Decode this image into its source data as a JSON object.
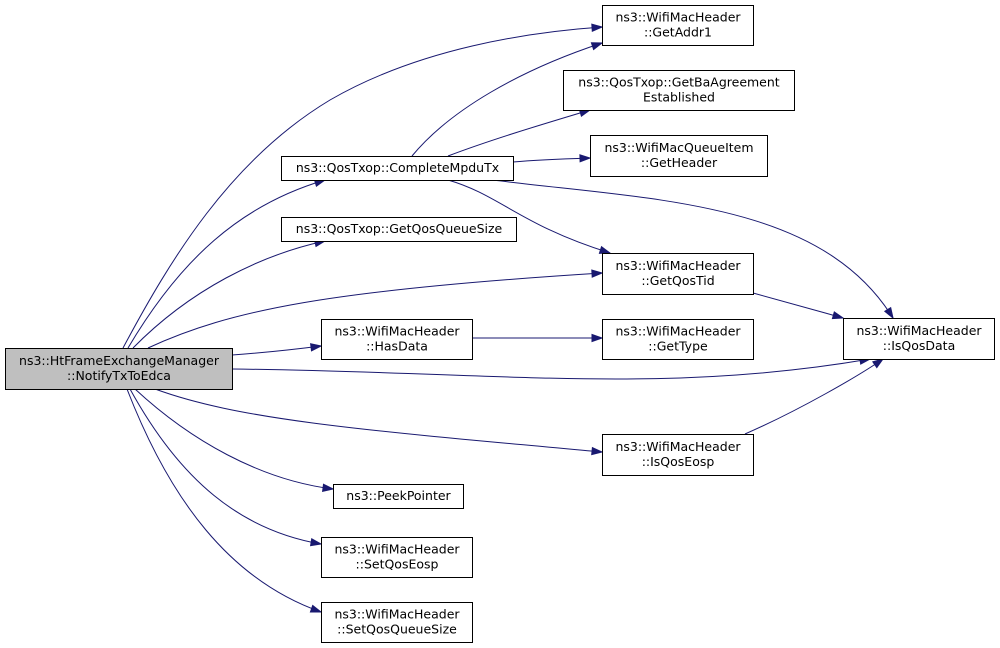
{
  "graph": {
    "edge_color": "#191970",
    "root_fill": "#bfbfbf",
    "nodes": [
      {
        "id": "root",
        "lines": [
          "ns3::HtFrameExchangeManager",
          "::NotifyTxToEdca"
        ],
        "root": true
      },
      {
        "id": "complete_mpdu_tx",
        "lines": [
          "ns3::QosTxop::CompleteMpduTx"
        ]
      },
      {
        "id": "get_qos_queue_size",
        "lines": [
          "ns3::QosTxop::GetQosQueueSize"
        ]
      },
      {
        "id": "has_data",
        "lines": [
          "ns3::WifiMacHeader",
          "::HasData"
        ]
      },
      {
        "id": "peek_pointer",
        "lines": [
          "ns3::PeekPointer"
        ]
      },
      {
        "id": "set_qos_eosp",
        "lines": [
          "ns3::WifiMacHeader",
          "::SetQosEosp"
        ]
      },
      {
        "id": "set_qos_queue_size",
        "lines": [
          "ns3::WifiMacHeader",
          "::SetQosQueueSize"
        ]
      },
      {
        "id": "get_addr1",
        "lines": [
          "ns3::WifiMacHeader",
          "::GetAddr1"
        ]
      },
      {
        "id": "get_ba_agreement",
        "lines": [
          "ns3::QosTxop::GetBaAgreement",
          "Established"
        ]
      },
      {
        "id": "get_header",
        "lines": [
          "ns3::WifiMacQueueItem",
          "::GetHeader"
        ]
      },
      {
        "id": "get_qos_tid",
        "lines": [
          "ns3::WifiMacHeader",
          "::GetQosTid"
        ]
      },
      {
        "id": "get_type",
        "lines": [
          "ns3::WifiMacHeader",
          "::GetType"
        ]
      },
      {
        "id": "is_qos_eosp",
        "lines": [
          "ns3::WifiMacHeader",
          "::IsQosEosp"
        ]
      },
      {
        "id": "is_qos_data",
        "lines": [
          "ns3::WifiMacHeader",
          "::IsQosData"
        ]
      }
    ],
    "edges": [
      [
        "root",
        "get_addr1"
      ],
      [
        "root",
        "complete_mpdu_tx"
      ],
      [
        "root",
        "get_qos_queue_size"
      ],
      [
        "root",
        "get_qos_tid"
      ],
      [
        "root",
        "has_data"
      ],
      [
        "root",
        "is_qos_data"
      ],
      [
        "root",
        "is_qos_eosp"
      ],
      [
        "root",
        "peek_pointer"
      ],
      [
        "root",
        "set_qos_eosp"
      ],
      [
        "root",
        "set_qos_queue_size"
      ],
      [
        "complete_mpdu_tx",
        "get_addr1"
      ],
      [
        "complete_mpdu_tx",
        "get_ba_agreement"
      ],
      [
        "complete_mpdu_tx",
        "get_header"
      ],
      [
        "complete_mpdu_tx",
        "get_qos_tid"
      ],
      [
        "complete_mpdu_tx",
        "is_qos_data"
      ],
      [
        "get_qos_tid",
        "is_qos_data"
      ],
      [
        "has_data",
        "get_type"
      ],
      [
        "is_qos_eosp",
        "is_qos_data"
      ]
    ]
  }
}
